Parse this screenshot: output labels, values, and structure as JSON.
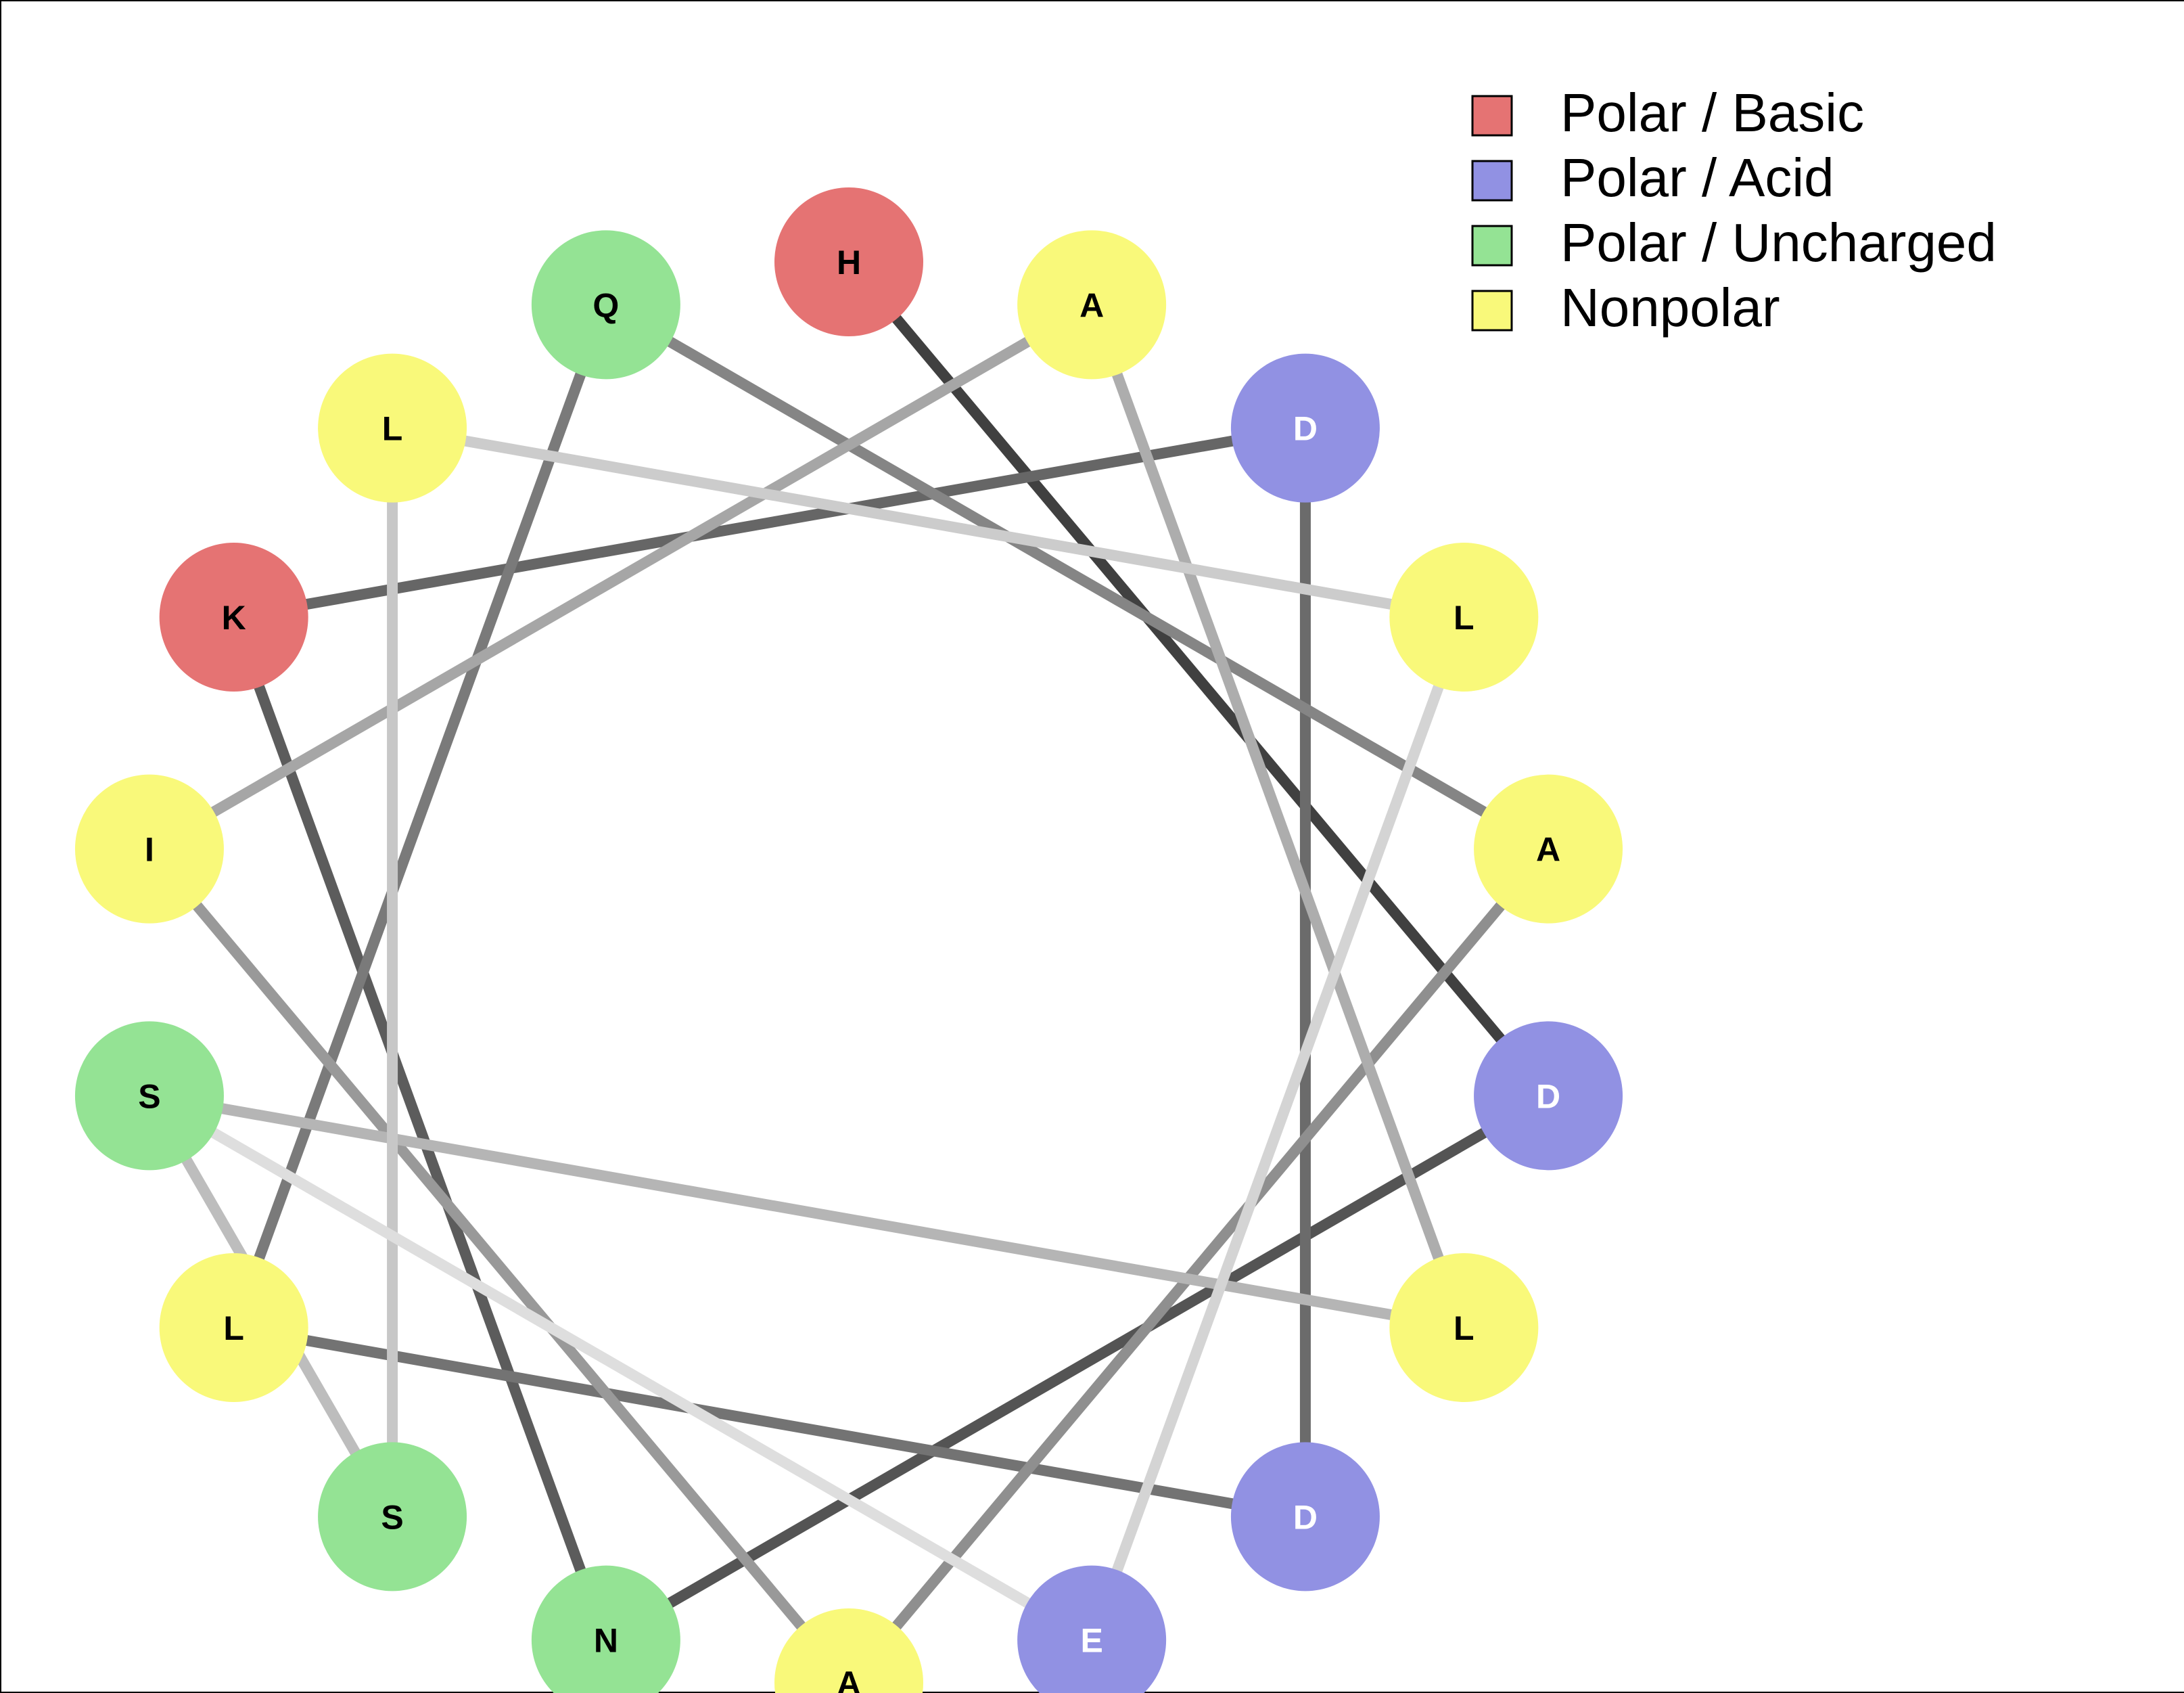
{
  "diagram": {
    "type": "helical-wheel",
    "residues": [
      {
        "letter": "H",
        "class": "basic"
      },
      {
        "letter": "A",
        "class": "nonpolar"
      },
      {
        "letter": "D",
        "class": "acid"
      },
      {
        "letter": "L",
        "class": "nonpolar"
      },
      {
        "letter": "A",
        "class": "nonpolar"
      },
      {
        "letter": "D",
        "class": "acid"
      },
      {
        "letter": "L",
        "class": "nonpolar"
      },
      {
        "letter": "D",
        "class": "acid"
      },
      {
        "letter": "E",
        "class": "acid"
      },
      {
        "letter": "A",
        "class": "nonpolar"
      },
      {
        "letter": "N",
        "class": "uncharged"
      },
      {
        "letter": "S",
        "class": "uncharged"
      },
      {
        "letter": "L",
        "class": "nonpolar"
      },
      {
        "letter": "S",
        "class": "uncharged"
      },
      {
        "letter": "I",
        "class": "nonpolar"
      },
      {
        "letter": "K",
        "class": "basic"
      },
      {
        "letter": "L",
        "class": "nonpolar"
      },
      {
        "letter": "Q",
        "class": "uncharged"
      }
    ],
    "connections": [
      {
        "from": 0,
        "to": 5,
        "shade": "#404040"
      },
      {
        "from": 5,
        "to": 10,
        "shade": "#545454"
      },
      {
        "from": 10,
        "to": 15,
        "shade": "#5c5c5c"
      },
      {
        "from": 15,
        "to": 2,
        "shade": "#666666"
      },
      {
        "from": 2,
        "to": 7,
        "shade": "#6b6b6b"
      },
      {
        "from": 7,
        "to": 12,
        "shade": "#737373"
      },
      {
        "from": 12,
        "to": 17,
        "shade": "#7a7a7a"
      },
      {
        "from": 17,
        "to": 4,
        "shade": "#858585"
      },
      {
        "from": 4,
        "to": 9,
        "shade": "#8f8f8f"
      },
      {
        "from": 9,
        "to": 14,
        "shade": "#999999"
      },
      {
        "from": 14,
        "to": 1,
        "shade": "#a6a6a6"
      },
      {
        "from": 1,
        "to": 6,
        "shade": "#adadad"
      },
      {
        "from": 6,
        "to": 13,
        "shade": "#b5b5b5"
      },
      {
        "from": 13,
        "to": 11,
        "shade": "#bdbdbd"
      },
      {
        "from": 11,
        "to": 16,
        "shade": "#c7c7c7"
      },
      {
        "from": 16,
        "to": 3,
        "shade": "#cccccc"
      },
      {
        "from": 3,
        "to": 8,
        "shade": "#d4d4d4"
      },
      {
        "from": 8,
        "to": 13,
        "shade": "#dedede"
      }
    ],
    "colors": {
      "basic": "#e57373",
      "acid": "#9191e3",
      "uncharged": "#94e394",
      "nonpolar": "#f9f97a",
      "text_dark": "#000000",
      "text_light": "#ffffff"
    }
  },
  "legend": {
    "items": [
      {
        "label": "Polar / Basic",
        "class": "basic"
      },
      {
        "label": "Polar / Acid",
        "class": "acid"
      },
      {
        "label": "Polar / Uncharged",
        "class": "uncharged"
      },
      {
        "label": "Nonpolar",
        "class": "nonpolar"
      }
    ]
  }
}
